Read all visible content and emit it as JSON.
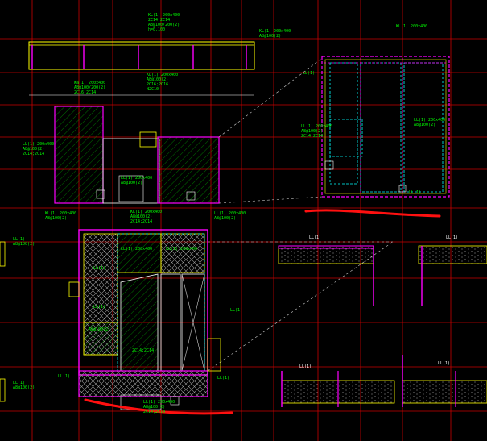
{
  "app": {
    "name": "CAD drawing viewport"
  },
  "colors": {
    "background": "#000000",
    "grid": "#c80000",
    "wall": "#ff00ff",
    "wall_yellow": "#ffff00",
    "cyan": "#00ffff",
    "green_text": "#00ff00",
    "white": "#ffffff",
    "hatch": "#00a000",
    "annotation_red": "#ff1010"
  },
  "labels": {
    "top_beam_tag": "KL(1) 200x400",
    "top_beam_rebar_a": "2C14;2C14",
    "top_beam_rebar_b": "A8@100/200(2)",
    "top_beam_note": "h=0.100",
    "top_right_tag": "KL(1) 200x400",
    "top_right_rebar": "A8@100(2)",
    "upper_wall_tag": "Wa(1) 200x400",
    "upper_wall_rebar": "A8@100/200(2)",
    "upper_wall_bars": "2C16;2C14",
    "upper_mid_tag": "KL(1) 200x400",
    "upper_mid_rebar": "A8@100(2)",
    "upper_mid_bars": "2C16;2C16",
    "upper_mid_note": "N2C10",
    "left_side_tag": "LL(1) 200x400",
    "left_side_rebar": "A8@100(2)",
    "left_side_bars": "2C14;2C14",
    "shaft_tag": "LL(1) 200x400",
    "shaft_rebar": "A8@100(2)",
    "zoom_tag": "KL(1) 200x400",
    "zoom_mid_tag": "LL(1) 200x400",
    "zoom_mid_rebar": "A8@100(2)",
    "zoom_mid_bars": "2C14;2C14",
    "zoom_right_tag": "LL(1) 200x400",
    "zoom_right_rebar": "A8@100(2)",
    "zoom_bottom_tag": "LL(1)",
    "zoom_left_tag": "LL(1)",
    "slab_tag_1": "LL(1)",
    "slab_tag_2": "LL(1)",
    "slab_tag_3": "LL(1)",
    "slab_tag_4": "LL(1)",
    "lower_left_tag": "KL(1) 200x400",
    "lower_left_rebar": "A8@100(2)",
    "lower_mid_tag": "KL(1) 200x400",
    "lower_mid_rebar": "A8@100(2)",
    "lower_mid_note": "2C14;2C14",
    "lower_right_tag": "LL(1) 200x400",
    "lower_right_rebar": "A8@100(2)",
    "bottom_tag": "LL(1) 200x400",
    "bottom_rebar": "A8@100(2)",
    "bottom_bars": "2C14;2C14",
    "edge_left_tag": "LL(1)",
    "edge_left_rebar": "A8@100(2)",
    "edge_bottom_tag": "LL(1)",
    "edge_bottom_rebar": "A8@100(2)",
    "inner_tag_a": "LL(1) 200x400",
    "inner_tag_b": "LL(1) 200x400",
    "inner_tag_c": "LL(1)",
    "inner_rebar": "A8@100(2)",
    "inner_bars": "2C14;2C14",
    "inner_small": "LL(1)",
    "elev_tag_1": "LL(1)",
    "elev_tag_2": "LL(1)",
    "elev_tag_3": "LL(1)"
  }
}
